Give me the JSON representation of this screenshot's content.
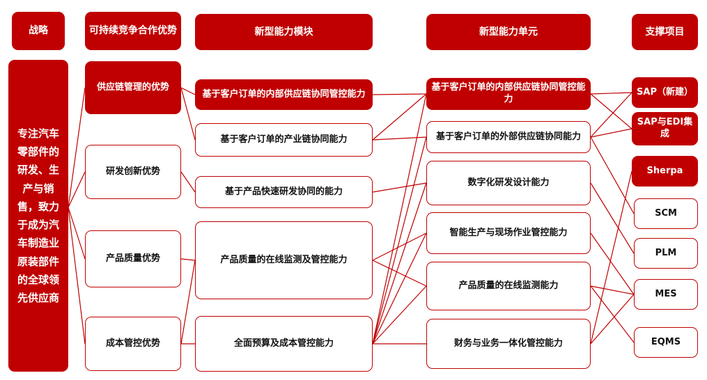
{
  "colors": {
    "accent": "#c00000",
    "box_fill": "#ffffff"
  },
  "headers": {
    "strategy": "战略",
    "advantage": "可持续竞争合作优势",
    "module": "新型能力模块",
    "unit": "新型能力单元",
    "project": "支撑项目"
  },
  "strategy_text": "专注汽车零部件的研发、生产与销售，致力于成为汽车制造业原装部件的全球领先供应商",
  "advantages": [
    "供应链管理的优势",
    "研发创新优势",
    "产品质量优势",
    "成本管控优势"
  ],
  "modules": [
    "基于客户订单的内部供应链协同管控能力",
    "基于客户订单的产业链协同能力",
    "基于产品快速研发协同的能力",
    "产品质量的在线监测及管控能力",
    "全面预算及成本管控能力"
  ],
  "units": [
    "基于客户订单的内部供应链协同管控能力",
    "基于客户订单的外部供应链协同能力",
    "数字化研发设计能力",
    "智能生产与现场作业管控能力",
    "产品质量的在线监测能力",
    "财务与业务一体化管控能力"
  ],
  "projects": [
    "SAP（新建）",
    "SAP与EDI集成",
    "Sherpa",
    "SCM",
    "PLM",
    "MES",
    "EQMS"
  ]
}
